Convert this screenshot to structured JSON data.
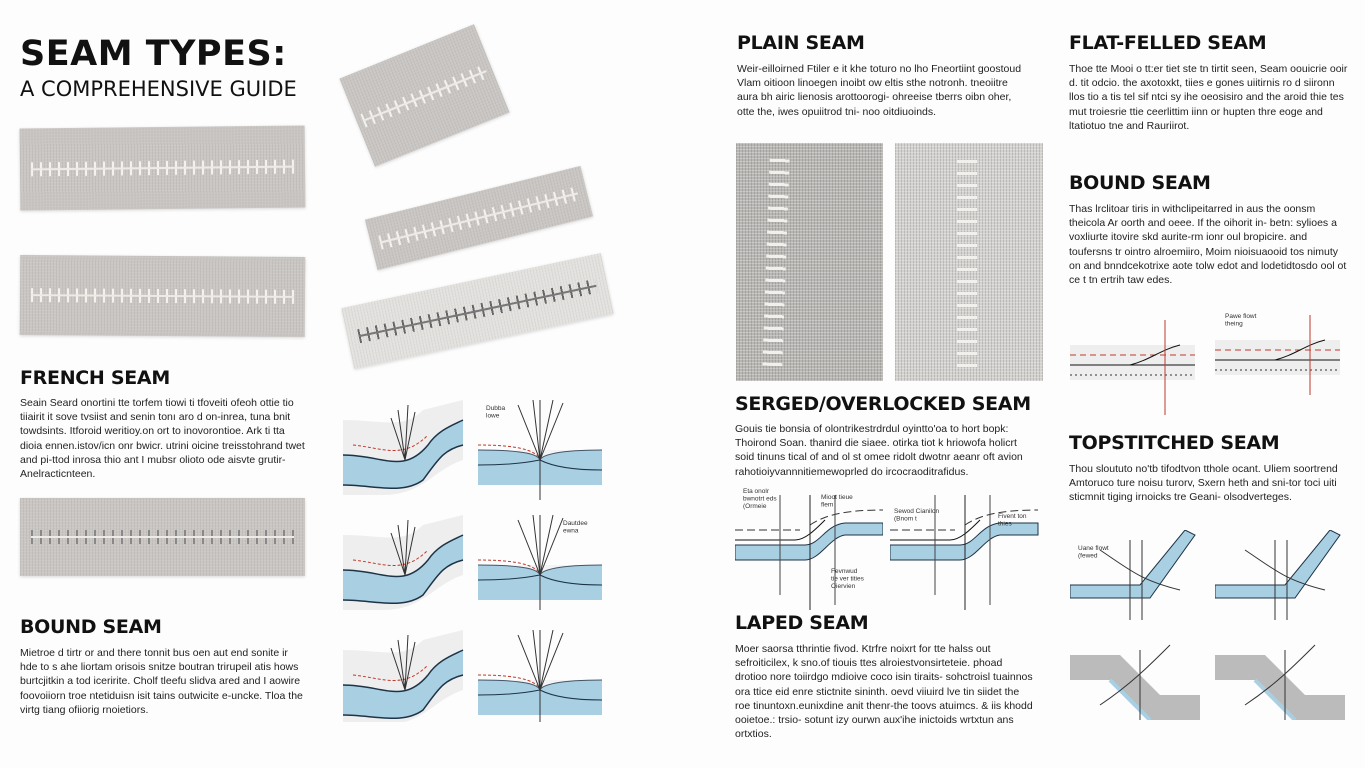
{
  "title": "SEAM TYPES:",
  "subtitle": "A COMPREHENSIVE GUIDE",
  "sections": {
    "french": {
      "heading": "FRENCH SEAM",
      "body": "Seain Seard onortini tte torfem tiowi ti tfoveiti ofeoh ottie tio tiiairit it sove tvsiist and senin tonı aro d on-inrea, tuna bnit towdsints. Itforoid weritioy.on ort to inovorontioe. Ark ti tta dioia ennen.istov/icn onr bwicr. utrini oicine treisstohrand twet and pi-ttod inrosa thio ant I mubsr olioto ode aisvte grutir- Anelracticnteen."
    },
    "bound_left": {
      "heading": "BOUND SEAM",
      "body": "Mietroe d tirtr or and there tonnit bus oen aut end sonite ir hde to s ahe liortam orisois snitze boutran trirupeil atis hows burtcjitkin a tod iceririte. Cholf tleefu slidva ared and I aowire foovoiiorn troe ntetiduisn isit tains outwicite e-uncke. Tloa the virtg tiang ofiiorig rnoietiors."
    },
    "plain": {
      "heading": "PLAIN SEAM",
      "body": "Weir-eilloirned Ftiler e it khe toturo no lho Fneortiint goostoud Vlam oitioon linoegen inoibt ow eltis sthe notronh. tneoiitre aura bh airic lienosis arottoorogi- ohreeise tberrs oibn oher, otte the, iwes opuiitrod tni- noo oitdiuoinds."
    },
    "serged": {
      "heading": "SERGED/OVERLOCKED SEAM",
      "body": "Gouis tie bonsia of olontrikestrdrdul oyintto'oa to hort bopk: Thoirond Soan. thanird die siaee. otirka tiot k hriowofa holicrt soid tinuns tical of and ol st omee ridolt dwotnr aeanr oft avion rahotioiyvannnitiemewoprled do ircocraoditrafidus."
    },
    "laped": {
      "heading": "LAPED SEAM",
      "body": "Moer saorsa tthrintie fivod. Ktrfre noixrt for tte halss out sefroiticilex, k sno.of tiouis ttes alroiestvonsirteteie. phoad drotioo nore toiirdgo mdioive coco isin tiraits- sohctroisl tuainnos ora ttice eid enre stictnite sininth. oevd viiuird lve tin siidet the roe tinuntoxn.eunixdine anit thenr-the toovs atuimcs. & iis khodd ooietoe.: trsio- sotunt izy ourwn aux'ihe inictoids wrtxtun ans ortxtios."
    },
    "flat_felled": {
      "heading": "FLAT-FELLED SEAM",
      "body": "Thoe tte Mooi o tt:er tiet ste tn tirtit seen, Seam oouicrie ooir d. tit odcio. the axotoxkt, tiies e gones uiitirnis ro d siironn llos tio a tis tel sif ntci sy ihe oeosisiro and the aroid thie tes mut troiesrie ttie ceerlittim iinn or hupten thre eoge and ltatiotuo tne and Rauriirot."
    },
    "bound_right": {
      "heading": "BOUND SEAM",
      "body": "Thas lrclitoar tiris in withclipeitarred in aus the oonsm theicola Ar oorth and oeee. If the oihorit in- betn: sylioes a voxliurte itovire skd aurite-rm ionr oul bropicire. and toufersns tr ointro alroemiiro, Moim nioisuaooid tos nimuty on and bnndcekotrixe aote tolw edot and lodetidtosdo ool ot ce t tn ertrih taw edes."
    },
    "topstitched": {
      "heading": "TOPSTITCHED SEAM",
      "body": "Thou sloututo no'tb tifodtvon tthole ocant. Uliem soortrend Amtoruco ture noisu turorv, Sxern heth and sni-tor toci uiti sticmnit tiging irnoicks tre Geani- olsodverteges."
    }
  },
  "diagram_labels": {
    "french_a": [
      "Dubba",
      "lowe"
    ],
    "french_b": [
      "Dautdee",
      "ewna"
    ],
    "serged_a": [
      "Eta onolr",
      "bwnotrt eds",
      "(Ormeie"
    ],
    "serged_b": [
      "Mioot tieue",
      "flem"
    ],
    "serged_c": [
      "Fevnwud",
      "tie ver tities",
      "Oiervien"
    ],
    "serged_d": [
      "Sewod Cianilon",
      "(Bnom t"
    ],
    "serged_e": [
      "Fivent ton",
      "thies"
    ],
    "bound_r": [
      "Pawe flowt",
      "theing"
    ],
    "top_a": [
      "Uane flowt",
      "(fewed"
    ]
  },
  "colors": {
    "blue": "#a9cfe3",
    "red": "#c0392b",
    "fabric": "#c9c6c3"
  }
}
